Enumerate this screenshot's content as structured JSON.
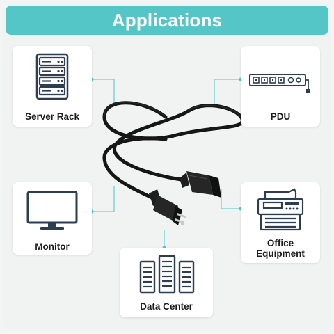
{
  "title": "Applications",
  "applications": [
    {
      "name": "Server Rack",
      "icon": "server-rack-icon"
    },
    {
      "name": "PDU",
      "icon": "pdu-icon"
    },
    {
      "name": "Monitor",
      "icon": "monitor-icon"
    },
    {
      "name": "Office Equipment",
      "icon": "office-printer-icon"
    },
    {
      "name": "Data Center",
      "icon": "data-center-icon"
    }
  ],
  "colors": {
    "accent": "#55c6c7",
    "connector": "#6fd0d0",
    "icon": "#2e3e52",
    "cable": "#1a1a1a"
  }
}
